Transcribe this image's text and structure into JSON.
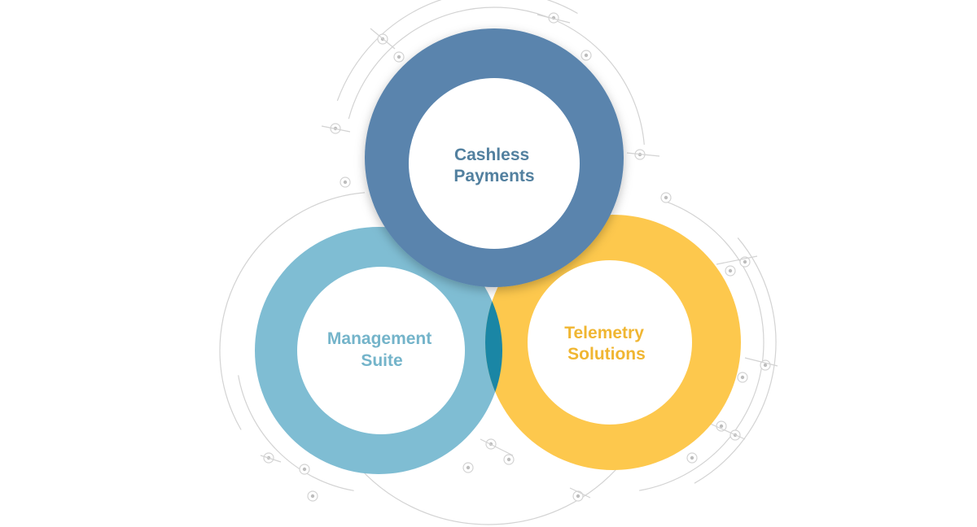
{
  "diagram": {
    "rings": [
      {
        "id": "cashless",
        "lines": [
          "Cashless",
          "Payments"
        ],
        "color": "#5a84ad",
        "text_color": "#52809f"
      },
      {
        "id": "management",
        "lines": [
          "Management",
          "Suite"
        ],
        "color": "#7fbdd3",
        "text_color": "#74b4ca"
      },
      {
        "id": "telemetry",
        "lines": [
          "Telemetry",
          "Solutions"
        ],
        "color": "#fdc84d",
        "text_color": "#f0b632"
      }
    ],
    "overlap_colors": {
      "blue_teal": "#1a86a5",
      "blue_grey": "#6781a8"
    },
    "decoration_color": "#d3d3d3"
  }
}
